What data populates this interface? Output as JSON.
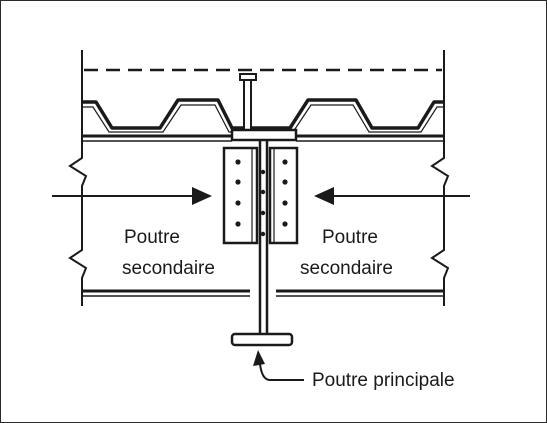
{
  "labels": {
    "left_beam_line1": "Poutre",
    "left_beam_line2": "secondaire",
    "right_beam_line1": "Poutre",
    "right_beam_line2": "secondaire",
    "main_beam": "Poutre principale"
  },
  "colors": {
    "ink": "#1a1a1a",
    "plate_fill": "#ffffff",
    "background": "#ffffff"
  }
}
